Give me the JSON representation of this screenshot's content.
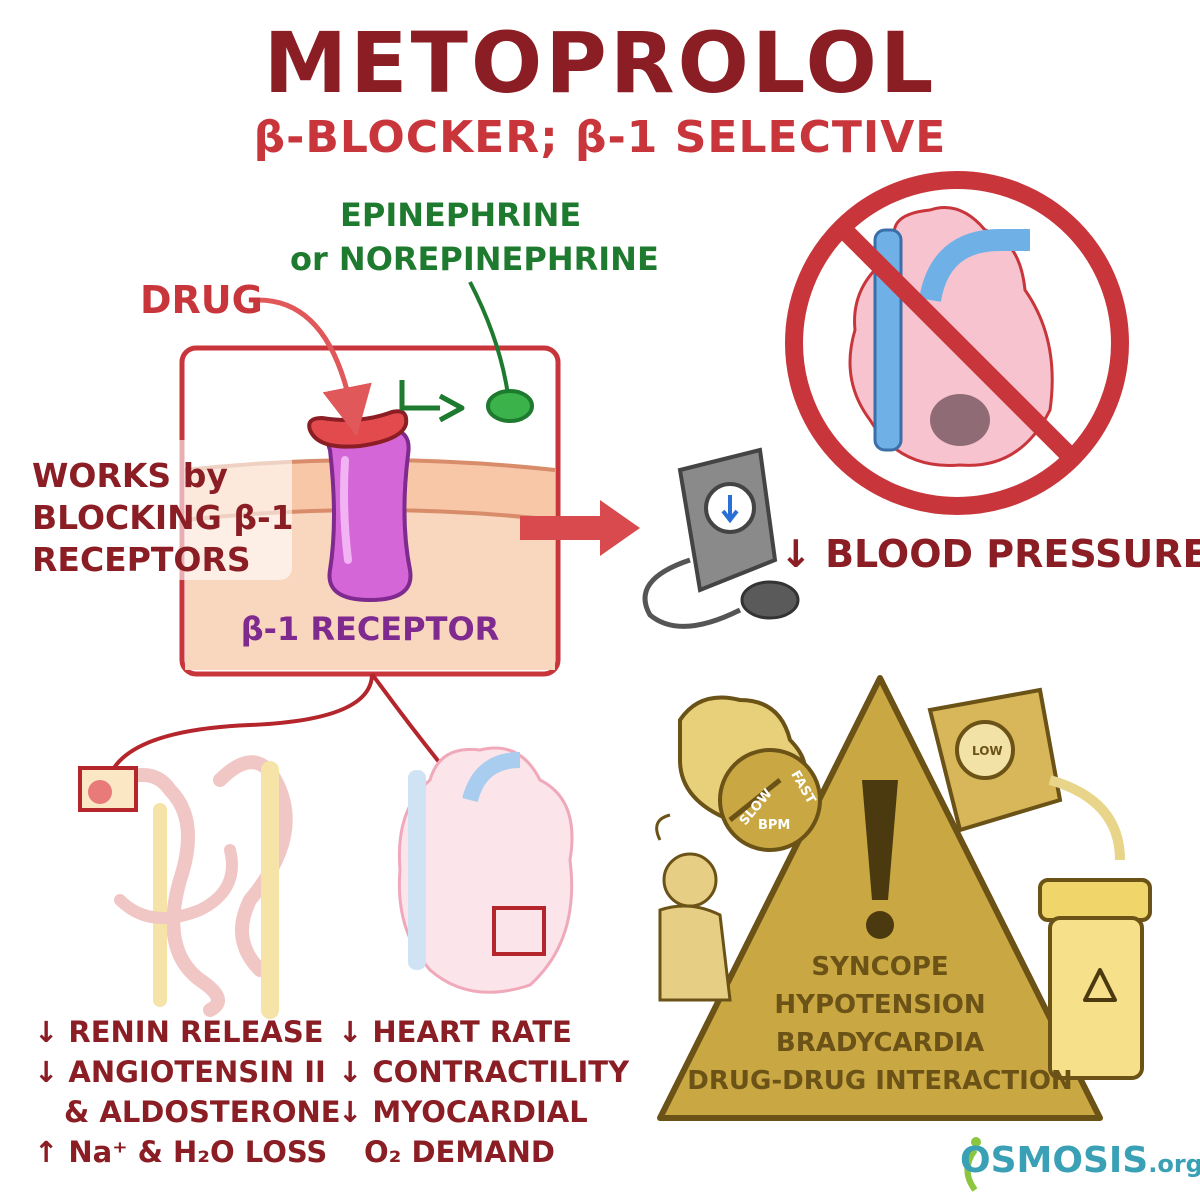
{
  "title": "METOPROLOL",
  "subtitle": "β-BLOCKER; β-1 SELECTIVE",
  "ligand": {
    "line1": "EPINEPHRINE",
    "line2": "or NOREPINEPHRINE"
  },
  "drug_label": "DRUG",
  "mechanism": {
    "line1": "WORKS by",
    "line2": "BLOCKING β-1",
    "line3": "RECEPTORS"
  },
  "receptor_label": "β-1 RECEPTOR",
  "blood_pressure": "↓ BLOOD PRESSURE",
  "kidney_effects": [
    "↓ RENIN RELEASE",
    "↓ ANGIOTENSIN II",
    "& ALDOSTERONE",
    "↑ Na⁺ & H₂O LOSS"
  ],
  "heart_effects": [
    "↓ HEART RATE",
    "↓ CONTRACTILITY",
    "↓ MYOCARDIAL",
    "O₂ DEMAND"
  ],
  "gauge": {
    "slow": "SLOW",
    "fast": "FAST",
    "bpm": "BPM",
    "low": "LOW"
  },
  "side_effects": [
    "SYNCOPE",
    "HYPOTENSION",
    "BRADYCARDIA",
    "DRUG-DRUG INTERACTION"
  ],
  "logo": {
    "name": "OSMOSIS",
    "suffix": ".org"
  },
  "colors": {
    "title": "#8b1e24",
    "accent_red": "#c8363c",
    "green": "#1e7a2e",
    "receptor_purple": "#c45bd0",
    "warning_gold": "#c9a742"
  }
}
